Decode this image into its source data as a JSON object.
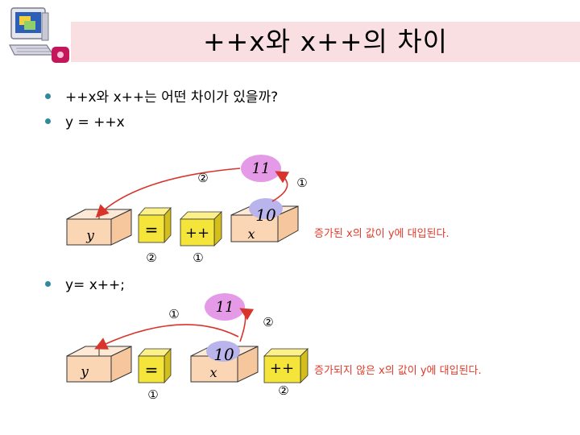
{
  "title": "++x와 x++의 차이",
  "bullets": [
    "++x와 x++는 어떤 차이가 있을까?",
    "y = ++x",
    "y=  x++;"
  ],
  "diagram_pre": {
    "var_y": "y",
    "equals": "=",
    "increment": "++",
    "var_x": "x",
    "old_value": "10",
    "new_value": "11",
    "step_1": "①",
    "step_2": "②",
    "caption": "증가된 x의 값이 y에 대입된다."
  },
  "diagram_post": {
    "var_y": "y",
    "equals": "=",
    "increment": "++",
    "var_x": "x",
    "old_value": "10",
    "new_value": "11",
    "step_1": "①",
    "step_2": "②",
    "caption": "증가되지 않은 x의 값이 y에 대입된다."
  },
  "colors": {
    "title_background": "#f9dfe2",
    "bullet": "#2f8b9b",
    "cube_yellow": "#f5e43a",
    "box_peach": "#fbd6b4",
    "bubble_pink": "#e59ae8",
    "bubble_blue": "#b9b5ec",
    "arrow": "#d9342b",
    "caption_text": "#e03a2a"
  }
}
